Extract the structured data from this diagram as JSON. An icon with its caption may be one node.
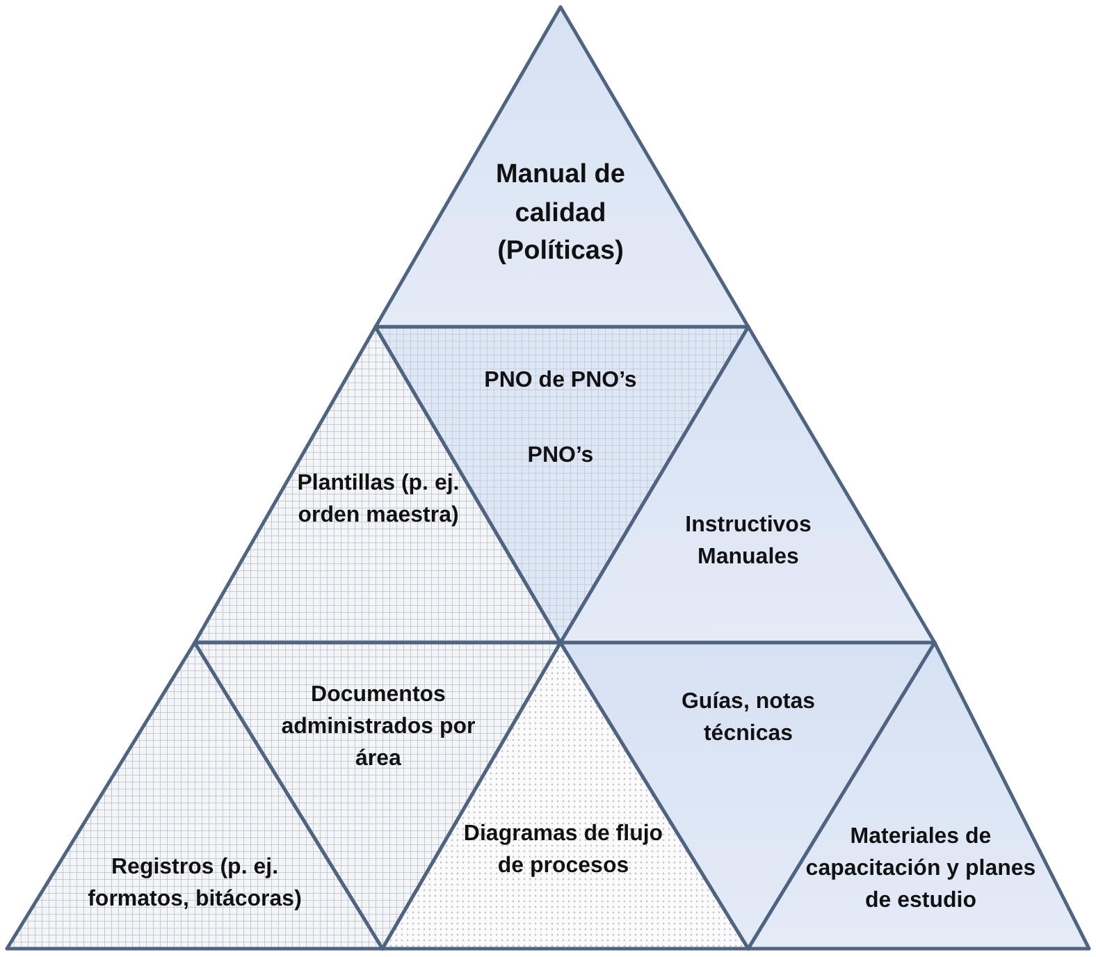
{
  "diagram": {
    "nodes": [
      {
        "text": [
          "Manual de calidad (Políticas)"
        ]
      },
      {
        "text": [
          "Plantillas (p. ej. orden maestra)"
        ]
      },
      {
        "text": [
          "PNO de PNO’s",
          "PNO’s"
        ]
      },
      {
        "text": [
          "Instructivos Manuales"
        ]
      },
      {
        "text": [
          "Registros (p. ej. formatos, bitácoras)"
        ]
      },
      {
        "text": [
          "Documentos administrados por área"
        ]
      },
      {
        "text": [
          "Diagramas de flujo de procesos"
        ]
      },
      {
        "text": [
          "Guías, notas técnicas"
        ]
      },
      {
        "text": [
          "Materiales de capacitación y planes de estudio"
        ]
      }
    ]
  }
}
